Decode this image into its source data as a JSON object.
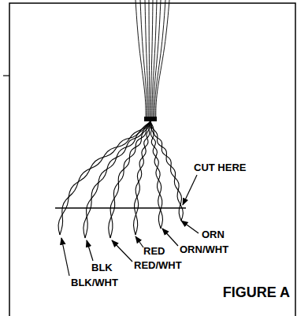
{
  "diagram": {
    "caption": "FIGURE A",
    "labels": [
      "CUT HERE",
      "ORN",
      "ORN/WHT",
      "RED",
      "RED/WHT",
      "BLK",
      "BLK/WHT"
    ]
  }
}
